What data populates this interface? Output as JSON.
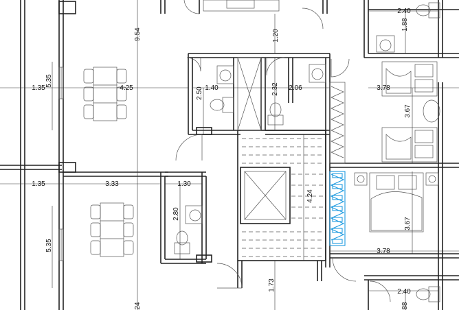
{
  "dimensions": {
    "d_9_54": "9.54",
    "d_1_35_top": "1.35",
    "d_5_35_top": "5.35",
    "d_4_25": "4.25",
    "d_1_20": "1.20",
    "d_2_40_top": "2.40",
    "d_1_88_top": "1.88",
    "d_2_50": "2.50",
    "d_1_40": "1.40",
    "d_2_32": "2.32",
    "d_2_06": "2.06",
    "d_3_78_top": "3.78",
    "d_3_67_top": "3.67",
    "d_1_35_mid": "1.35",
    "d_3_33": "3.33",
    "d_1_30": "1.30",
    "d_2_80": "2.80",
    "d_4_24": "4.24",
    "d_3_67_bot": "3.67",
    "d_5_35_bot": "5.35",
    "d_3_78_bot": "3.78",
    "d_1_73": "1.73",
    "d_2_40_bot": "2.40",
    "d_24_partial": "24",
    "d_88_partial": "88"
  }
}
